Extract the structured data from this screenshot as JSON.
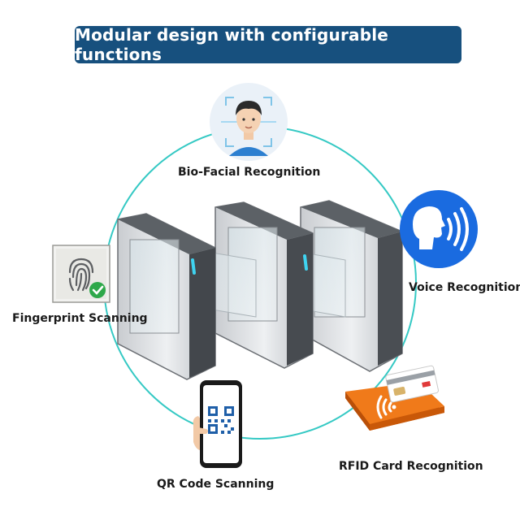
{
  "title": "Modular design with configurable functions",
  "features": {
    "face": "Bio-Facial Recognition",
    "voice": "Voice Recognition",
    "fingerprint": "Fingerprint Scanning",
    "qr": "QR Code Scanning",
    "rfid": "RFID Card Recognition"
  },
  "colors": {
    "banner": "#17507e",
    "ring": "#35c9c4",
    "voice": "#1a6be0",
    "rfid": "#f07a1a",
    "check": "#2ea84a"
  },
  "icons": [
    "face-recognition-icon",
    "voice-icon",
    "fingerprint-icon",
    "qr-phone-icon",
    "rfid-card-icon",
    "turnstile-gates"
  ]
}
